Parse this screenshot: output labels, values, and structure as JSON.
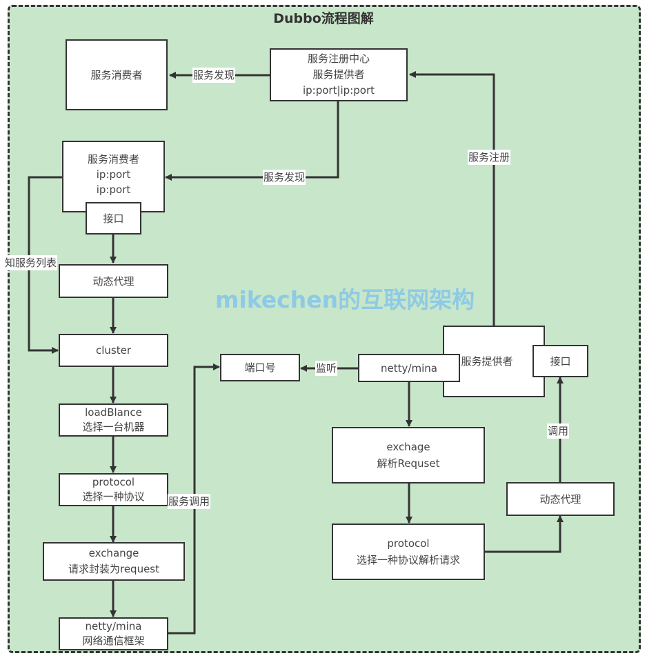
{
  "title": "Dubbo流程图解",
  "watermark": "mikechen的互联网架构",
  "colors": {
    "background": "#c8e6c9",
    "border": "#333333",
    "box_fill": "#ffffff",
    "watermark": "#8ecae6"
  },
  "nodes": {
    "consumer_top": [
      "服务消费者"
    ],
    "registry": [
      "服务注册中心",
      "服务提供者",
      "ip:port|ip:port"
    ],
    "consumer": [
      "服务消费者",
      "ip:port",
      "ip:port"
    ],
    "consumer_interface": [
      "接口"
    ],
    "consumer_proxy": [
      "动态代理"
    ],
    "cluster": [
      "cluster"
    ],
    "loadbalance": [
      "loadBlance",
      "选择一台机器"
    ],
    "consumer_protocol": [
      "protocol",
      "选择一种协议"
    ],
    "consumer_exchange": [
      "exchange",
      "请求封装为request"
    ],
    "consumer_netty": [
      "netty/mina",
      "网络通信框架"
    ],
    "port": [
      "端口号"
    ],
    "provider_netty": [
      "netty/mina"
    ],
    "provider": [
      "服务提供者"
    ],
    "provider_interface": [
      "接口"
    ],
    "provider_exchange": [
      "exchage",
      "解析Requset"
    ],
    "provider_protocol": [
      "protocol",
      "选择一种协议解析请求"
    ],
    "provider_proxy": [
      "动态代理"
    ]
  },
  "edge_labels": {
    "discover_top": "服务发现",
    "discover": "服务发现",
    "service_list": "知服务列表",
    "register": "服务注册",
    "invoke": "服务调用",
    "listen": "监听",
    "call": "调用"
  }
}
